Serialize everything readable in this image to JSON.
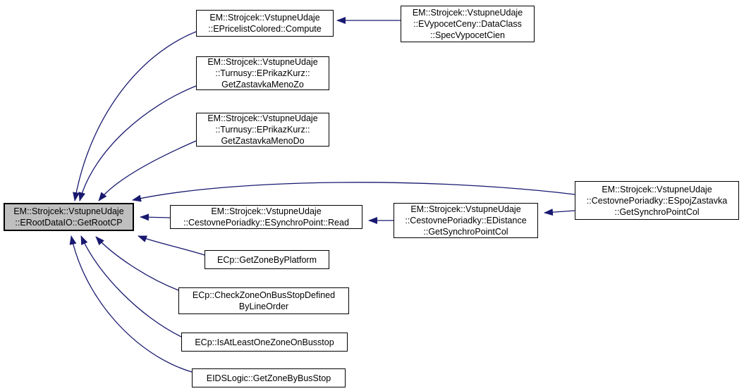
{
  "diagram": {
    "type": "doxygen-caller-graph",
    "colors": {
      "edge": "#191970",
      "node_border": "#000000",
      "node_fill": "#ffffff",
      "focus_node_fill": "#bfbfbf",
      "background": "#ffffff",
      "text": "#000000"
    },
    "nodes": [
      {
        "id": "getrootcp",
        "text": "EM::Strojcek::VstupneUdaje\n::ERootDataIO::GetRootCP",
        "focused": true
      },
      {
        "id": "compute",
        "text": "EM::Strojcek::VstupneUdaje\n::EPricelistColored::Compute",
        "focused": false
      },
      {
        "id": "specvypocetcien",
        "text": "EM::Strojcek::VstupneUdaje\n::EVypocetCeny::DataClass\n::SpecVypocetCien",
        "focused": false
      },
      {
        "id": "getzastavkamenozo",
        "text": "EM::Strojcek::VstupneUdaje\n::Turnusy::EPrikazKurz::\nGetZastavkaMenoZo",
        "focused": false
      },
      {
        "id": "getzastavkamenodo",
        "text": "EM::Strojcek::VstupneUdaje\n::Turnusy::EPrikazKurz::\nGetZastavkaMenoDo",
        "focused": false
      },
      {
        "id": "esynchropoint-read",
        "text": "EM::Strojcek::VstupneUdaje\n::CestovnePoriadky::ESynchroPoint::Read",
        "focused": false
      },
      {
        "id": "edistance-getsynchropointcol",
        "text": "EM::Strojcek::VstupneUdaje\n::CestovnePoriadky::EDistance\n::GetSynchroPointCol",
        "focused": false
      },
      {
        "id": "espojzastavka-getsynchropointcol",
        "text": "EM::Strojcek::VstupneUdaje\n::CestovnePoriadky::ESpojZastavka\n::GetSynchroPointCol",
        "focused": false
      },
      {
        "id": "getzonebyplatform",
        "text": "ECp::GetZoneByPlatform",
        "focused": false
      },
      {
        "id": "checkzoneonbusstopdefinedbylineorder",
        "text": "ECp::CheckZoneOnBusStopDefined\nByLineOrder",
        "focused": false
      },
      {
        "id": "isatleastonezoneonbusstop",
        "text": "ECp::IsAtLeastOneZoneOnBusstop",
        "focused": false
      },
      {
        "id": "getzonebybusstop",
        "text": "EIDSLogic::GetZoneByBusStop",
        "focused": false
      }
    ],
    "edges": [
      {
        "from": "specvypocetcien",
        "to": "compute"
      },
      {
        "from": "compute",
        "to": "getrootcp"
      },
      {
        "from": "getzastavkamenozo",
        "to": "getrootcp"
      },
      {
        "from": "getzastavkamenodo",
        "to": "getrootcp"
      },
      {
        "from": "espojzastavka-getsynchropointcol",
        "to": "getrootcp"
      },
      {
        "from": "espojzastavka-getsynchropointcol",
        "to": "edistance-getsynchropointcol"
      },
      {
        "from": "edistance-getsynchropointcol",
        "to": "esynchropoint-read"
      },
      {
        "from": "esynchropoint-read",
        "to": "getrootcp"
      },
      {
        "from": "getzonebyplatform",
        "to": "getrootcp"
      },
      {
        "from": "checkzoneonbusstopdefinedbylineorder",
        "to": "getrootcp"
      },
      {
        "from": "isatleastonezoneonbusstop",
        "to": "getrootcp"
      },
      {
        "from": "getzonebybusstop",
        "to": "getrootcp"
      }
    ]
  }
}
